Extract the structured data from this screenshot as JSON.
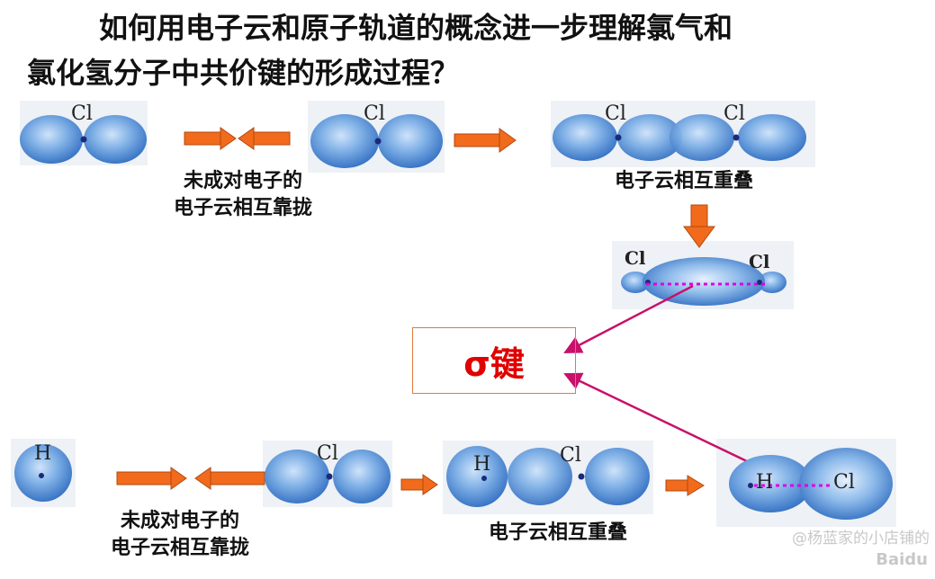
{
  "title": {
    "line1": "如何用电子云和原子轨道的概念进一步理解氯气和",
    "line2": "氯化氢分子中共价键的形成过程？"
  },
  "labels": {
    "cl": "Cl",
    "h": "H"
  },
  "captions": {
    "approach_line1": "未成对电子的",
    "approach_line2": "电子云相互靠拢",
    "overlap": "电子云相互重叠"
  },
  "sigma_bond": "σ键",
  "watermark": {
    "text": "@杨蓝家的小店铺的",
    "logo": "Baidu"
  },
  "colors": {
    "arrow": "#f26a1b",
    "arrow_stroke": "#b04a10",
    "cloud": "#3f7fd0",
    "bond_line": "#e000e0",
    "pointer": "#c8106a",
    "sigma_text": "#e00000"
  }
}
